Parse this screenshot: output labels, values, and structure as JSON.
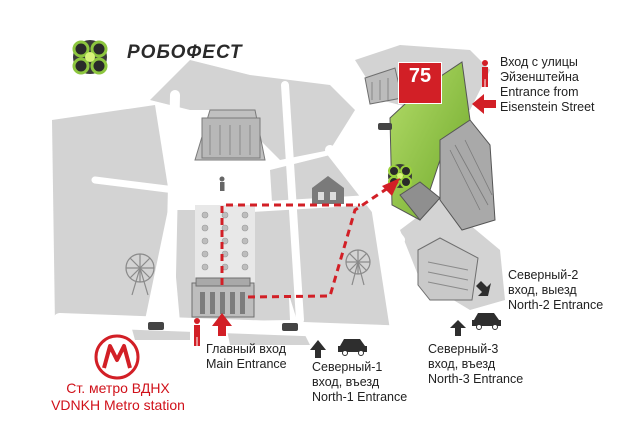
{
  "brand": {
    "name": "РОБОФЕСТ"
  },
  "pavilion_badge": "75",
  "metro": {
    "symbol": "M",
    "line1": "Ст. метро ВДНХ",
    "line2": "VDNKH Metro station"
  },
  "entrances": {
    "main": {
      "line1": "Главный вход",
      "line2": "Main Entrance"
    },
    "north1": {
      "line1": "Северный-1",
      "line2": "вход, въезд",
      "line3": "North-1 Entrance"
    },
    "north2": {
      "line1": "Северный-2",
      "line2": "вход, выезд",
      "line3": "North-2 Entrance"
    },
    "north3": {
      "line1": "Северный-3",
      "line2": "вход, въезд",
      "line3": "North-3 Entrance"
    },
    "eisenstein": {
      "line1": "Вход с улицы",
      "line2": "Эйзенштейна",
      "line3": "Entrance from",
      "line4": "Eisenstein Street"
    }
  },
  "colors": {
    "route": "#d21f26",
    "pavilion": "#8dc63f",
    "metro": "#d21f26",
    "road": "#ffffff",
    "ground": "#d4d4d4"
  },
  "icons": [
    "person-icon",
    "car-icon",
    "arrow-icon",
    "robot-logo-icon",
    "metro-icon"
  ]
}
